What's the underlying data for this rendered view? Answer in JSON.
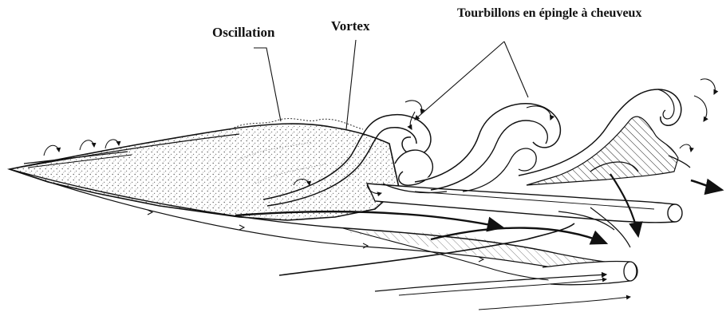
{
  "labels": {
    "oscillation": "Oscillation",
    "vortex": "Vortex",
    "hairpin": "Tourbillons en épingle à cheuveux"
  },
  "colors": {
    "ink": "#111111",
    "paper": "#ffffff",
    "stipple": "#555555"
  }
}
